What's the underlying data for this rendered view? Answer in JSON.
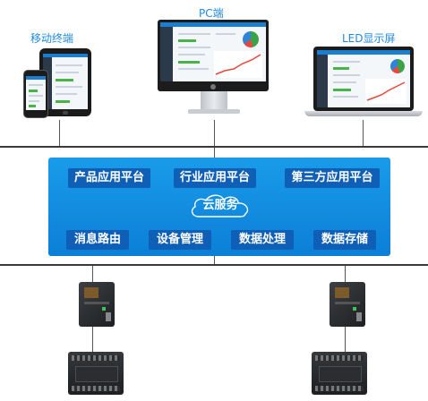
{
  "devices": {
    "mobile_label": "移动终端",
    "pc_label": "PC端",
    "led_label": "LED显示屏"
  },
  "cloud": {
    "platforms": [
      "产品应用平台",
      "行业应用平台",
      "第三方应用平台"
    ],
    "center_label": "云服务",
    "services": [
      "消息路由",
      "设备管理",
      "数据处理",
      "数据存储"
    ]
  },
  "colors": {
    "accent": "#1e8ae0",
    "panel": "#1a9bea",
    "pill": "#0f5fb6",
    "line": "#3a3a3a"
  }
}
